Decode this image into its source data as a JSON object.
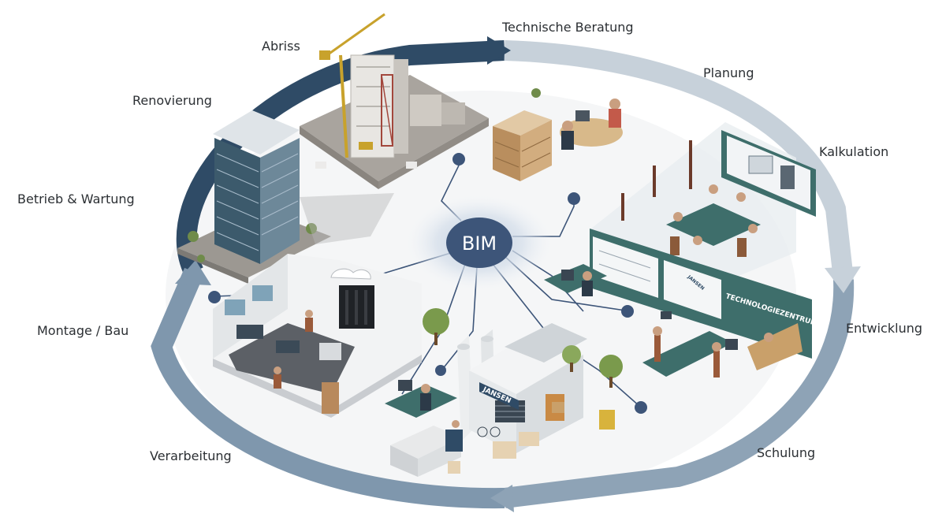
{
  "center": {
    "label": "BIM"
  },
  "stages": [
    {
      "key": "technische-beratung",
      "label": "Technische Beratung"
    },
    {
      "key": "planung",
      "label": "Planung"
    },
    {
      "key": "kalkulation",
      "label": "Kalkulation"
    },
    {
      "key": "entwicklung",
      "label": "Entwicklung"
    },
    {
      "key": "schulung",
      "label": "Schulung"
    },
    {
      "key": "verarbeitung",
      "label": "Verarbeitung"
    },
    {
      "key": "montage-bau",
      "label": "Montage / Bau"
    },
    {
      "key": "betrieb-wartung",
      "label": "Betrieb & Wartung"
    },
    {
      "key": "renovierung",
      "label": "Renovierung"
    },
    {
      "key": "abriss",
      "label": "Abriss"
    }
  ],
  "signs": {
    "technologiezentrum": "TECHNOLOGIEZENTRUM",
    "jansen_factory": "JANSEN",
    "jansen_screen": "JANSEN"
  },
  "colors": {
    "ring_dark": "#2f4b66",
    "ring_mid": "#7f97ad",
    "ring_light": "#c7d1da",
    "hub": "#3d5579",
    "hub_glow": "#c9d6e6",
    "connector": "#3d5579",
    "teal_wall": "#3e6e6b"
  }
}
